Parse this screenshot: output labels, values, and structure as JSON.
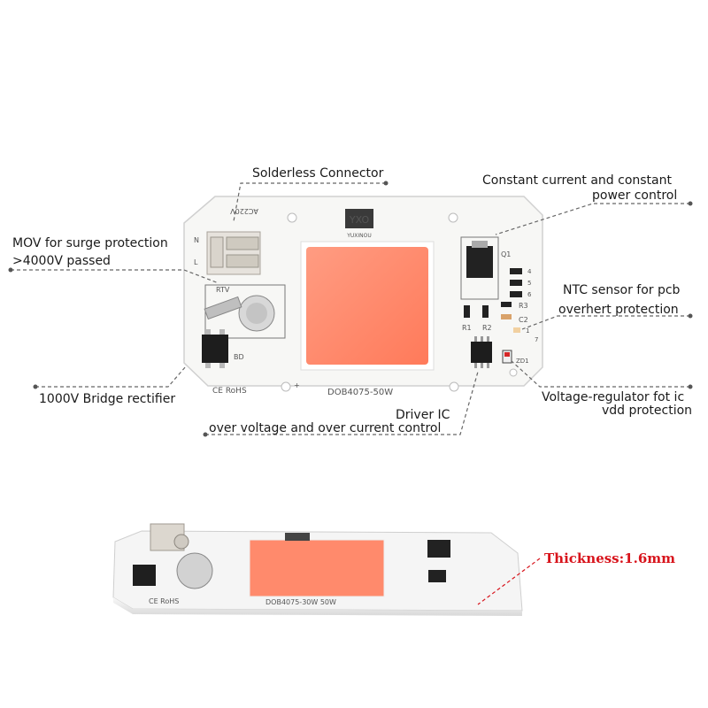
{
  "callouts": {
    "solderless": "Solderless Connector",
    "mov_line1": "MOV for surge protection",
    "mov_line2": ">4000V passed",
    "bridge": "1000V Bridge rectifier",
    "constant_line1": "Constant current and constant",
    "constant_line2": "power control",
    "ntc_line1": "NTC sensor for pcb",
    "ntc_line2": "overhert protection",
    "vreg_line1": "Voltage-regulator fot ic",
    "vreg_line2": "vdd protection",
    "driver_line1": "Driver IC",
    "driver_line2": "over voltage and over current control"
  },
  "board_markings": {
    "model": "DOB4075-50W",
    "model_side": "DOB4075-30W 50W",
    "cert": "CE RoHS",
    "rtv": "RTV",
    "bd": "BD",
    "q1": "Q1",
    "r1": "R1",
    "r2": "R2",
    "r3": "R3",
    "c2": "C2",
    "zd1": "ZD1",
    "n": "N",
    "l": "L",
    "ac": "AC220V",
    "brand": "YXO",
    "brand_sub": "YUXINOU",
    "n4": "4",
    "n5": "5",
    "n6": "6",
    "n7": "7",
    "n1": "1",
    "plus": "+",
    "minus": "-"
  },
  "thickness": "Thickness:1.6mm",
  "colors": {
    "led": "#ff8a6c",
    "pcb": "#f6f6f4",
    "thickness_text": "#d8141c",
    "leader": "#666666"
  }
}
